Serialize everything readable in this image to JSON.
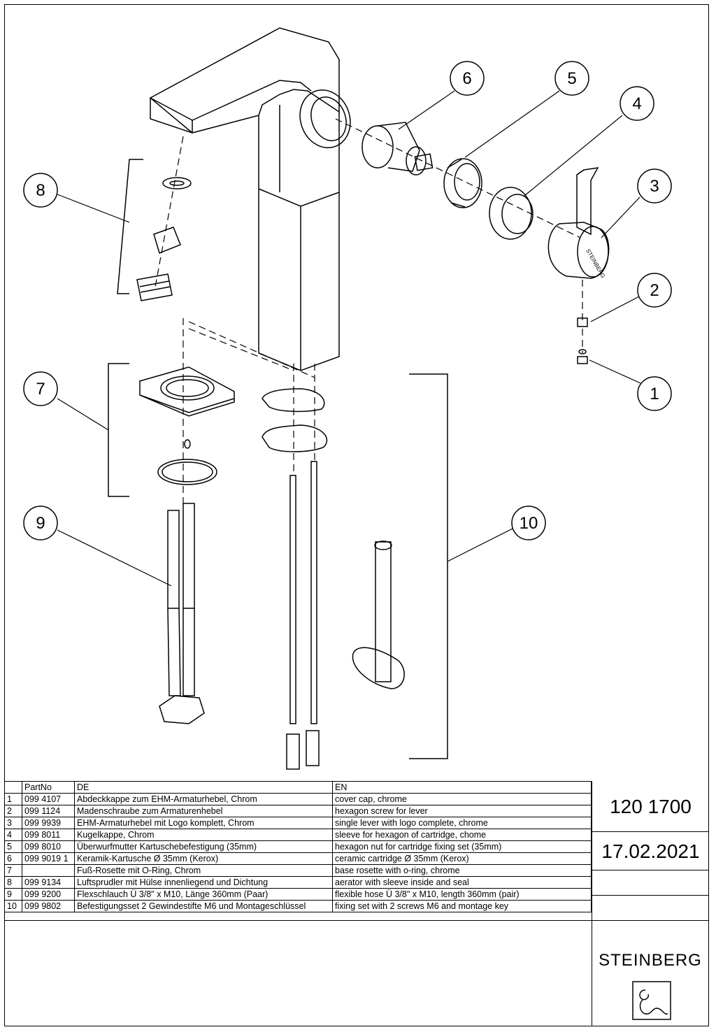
{
  "callouts": [
    "1",
    "2",
    "3",
    "4",
    "5",
    "6",
    "7",
    "8",
    "9",
    "10"
  ],
  "handle_logo_text": "STEINBERG",
  "table": {
    "headers": [
      "",
      "PartNo",
      "DE",
      "EN"
    ],
    "rows": [
      [
        "1",
        "099 4107",
        "Abdeckkappe zum EHM-Armaturhebel, Chrom",
        "cover cap, chrome"
      ],
      [
        "2",
        "099 1124",
        "Madenschraube zum Armaturenhebel",
        "hexagon screw for lever"
      ],
      [
        "3",
        "099 9939",
        "EHM-Armaturhebel mit Logo komplett, Chrom",
        "single lever with logo complete, chrome"
      ],
      [
        "4",
        "099 8011",
        "Kugelkappe, Chrom",
        "sleeve for hexagon of cartridge, chome"
      ],
      [
        "5",
        "099 8010",
        "Überwurfmutter Kartuschebefestigung (35mm)",
        "hexagon nut for cartridge fixing set (35mm)"
      ],
      [
        "6",
        "099 9019 1",
        "Keramik-Kartusche Ø 35mm (Kerox)",
        "ceramic cartridge Ø 35mm (Kerox)"
      ],
      [
        "7",
        "",
        "Fuß-Rosette mit O-Ring, Chrom",
        "base rosette with o-ring, chrome"
      ],
      [
        "8",
        "099 9134",
        "Luftsprudler mit Hülse innenliegend und Dichtung",
        "aerator with sleeve inside and seal"
      ],
      [
        "9",
        "099 9200",
        "Flexschlauch Ü 3/8\" x M10, Länge 360mm (Paar)",
        "flexible hose Ü 3/8\" x M10, length 360mm (pair)"
      ],
      [
        "10",
        "099 9802",
        "Befestigungsset 2 Gewindestifte M6 und Montageschlüssel",
        "fixing set with 2 screws M6 and montage key"
      ]
    ]
  },
  "article_number": "120 1700",
  "date": "17.02.2021",
  "brand": "STEINBERG"
}
